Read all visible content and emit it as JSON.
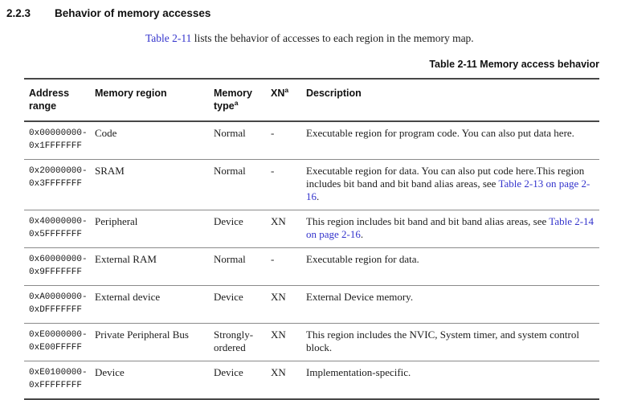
{
  "colors": {
    "link_blue": "#3333cc",
    "text": "#1c1c1c",
    "rule_heavy": "#474747",
    "rule_light": "#8a8a8a"
  },
  "section": {
    "number": "2.2.3",
    "title": "Behavior of memory accesses"
  },
  "intro": {
    "link_text": "Table 2-11",
    "rest_text": " lists the behavior of accesses to each region in the memory map."
  },
  "table": {
    "caption": "Table 2-11 Memory access behavior",
    "columns": [
      {
        "label": "Address range",
        "sup": ""
      },
      {
        "label": "Memory region",
        "sup": ""
      },
      {
        "label": "Memory type",
        "sup": "a"
      },
      {
        "label": "XN",
        "sup": "a"
      },
      {
        "label": "Description",
        "sup": ""
      }
    ],
    "rows": [
      {
        "address": "0x00000000-\n0x1FFFFFFF",
        "region": "Code",
        "type": "Normal",
        "xn": "-",
        "description": [
          {
            "t": "Executable region for program code. You can also put data here.",
            "link": false
          }
        ]
      },
      {
        "address": "0x20000000-\n0x3FFFFFFF",
        "region": "SRAM",
        "type": "Normal",
        "xn": "-",
        "description": [
          {
            "t": "Executable region for data. You can also put code here.This region includes bit band and bit band alias areas, see ",
            "link": false
          },
          {
            "t": "Table 2-13 on page 2-16",
            "link": true
          },
          {
            "t": ".",
            "link": false
          }
        ]
      },
      {
        "address": "0x40000000-\n0x5FFFFFFF",
        "region": "Peripheral",
        "type": "Device",
        "xn": "XN",
        "description": [
          {
            "t": "This region includes bit band and bit band alias areas, see ",
            "link": false
          },
          {
            "t": "Table 2-14 on page 2-16",
            "link": true
          },
          {
            "t": ".",
            "link": false
          }
        ]
      },
      {
        "address": "0x60000000-\n0x9FFFFFFF",
        "region": "External RAM",
        "type": "Normal",
        "xn": "-",
        "description": [
          {
            "t": "Executable region for data.",
            "link": false
          }
        ]
      },
      {
        "address": "0xA0000000-\n0xDFFFFFFF",
        "region": "External device",
        "type": "Device",
        "xn": "XN",
        "description": [
          {
            "t": "External Device memory.",
            "link": false
          }
        ]
      },
      {
        "address": "0xE0000000-\n0xE00FFFFF",
        "region": "Private Peripheral Bus",
        "type": "Strongly-ordered",
        "xn": "XN",
        "description": [
          {
            "t": "This region includes the NVIC, System timer, and system control block.",
            "link": false
          }
        ]
      },
      {
        "address": "0xE0100000-\n0xFFFFFFFF",
        "region": "Device",
        "type": "Device",
        "xn": "XN",
        "description": [
          {
            "t": "Implementation-specific.",
            "link": false
          }
        ]
      }
    ]
  }
}
